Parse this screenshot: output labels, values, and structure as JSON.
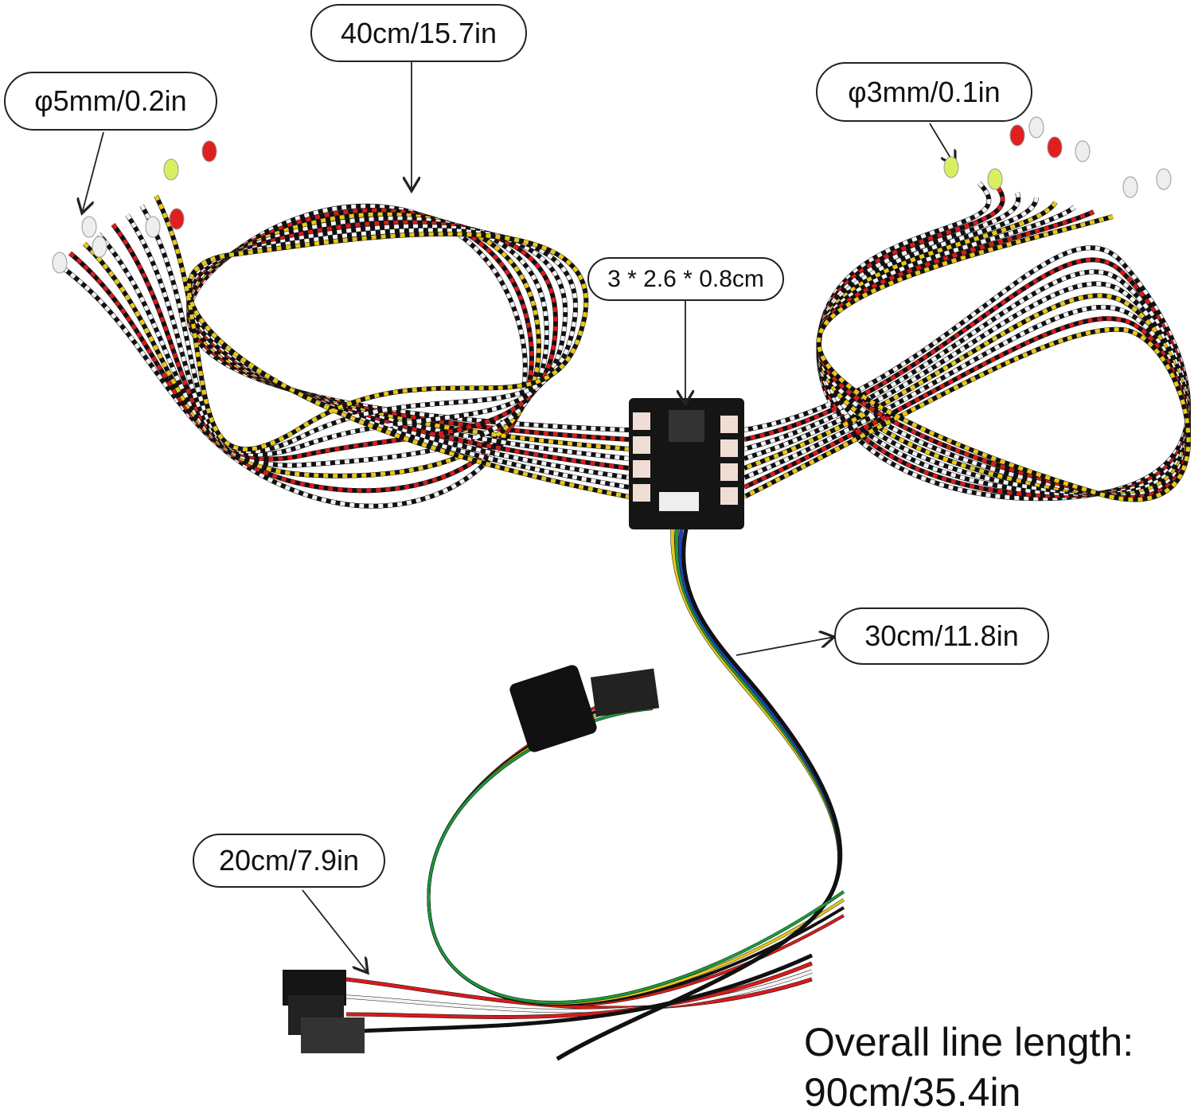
{
  "labels": {
    "lead_length": "40cm/15.7in",
    "led_5mm": "φ5mm/0.2in",
    "led_3mm": "φ3mm/0.1in",
    "module_size": "3 * 2.6 * 0.8cm",
    "cable_length": "30cm/11.8in",
    "servo_lead_length": "20cm/7.9in"
  },
  "overall": {
    "title": "Overall line length:",
    "value": "90cm/35.4in"
  },
  "colors": {
    "red": "#d81b1b",
    "yellow": "#e8c81a",
    "black": "#111111",
    "white": "#f4f4f4",
    "green": "#1a9a3a",
    "blue": "#2040c0",
    "module": "#151515"
  }
}
